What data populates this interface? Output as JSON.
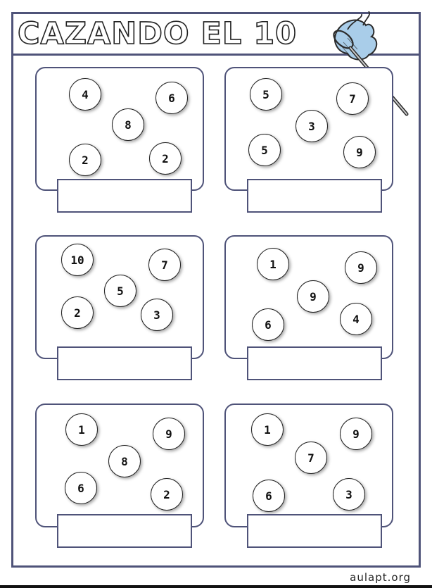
{
  "title": "CAZANDO EL 10",
  "credit": "aulapt.org",
  "colors": {
    "frame": "#4f5379",
    "net": "#a9cde9",
    "ink": "#222222"
  },
  "icons": {
    "net": "butterfly-net-icon"
  },
  "jars": [
    {
      "balls": [
        "4",
        "6",
        "8",
        "2",
        "2"
      ],
      "answer": ""
    },
    {
      "balls": [
        "5",
        "7",
        "3",
        "5",
        "9"
      ],
      "answer": ""
    },
    {
      "balls": [
        "10",
        "7",
        "5",
        "2",
        "3"
      ],
      "answer": ""
    },
    {
      "balls": [
        "1",
        "9",
        "9",
        "6",
        "4"
      ],
      "answer": ""
    },
    {
      "balls": [
        "1",
        "9",
        "8",
        "6",
        "2"
      ],
      "answer": ""
    },
    {
      "balls": [
        "1",
        "9",
        "7",
        "6",
        "3"
      ],
      "answer": ""
    }
  ]
}
